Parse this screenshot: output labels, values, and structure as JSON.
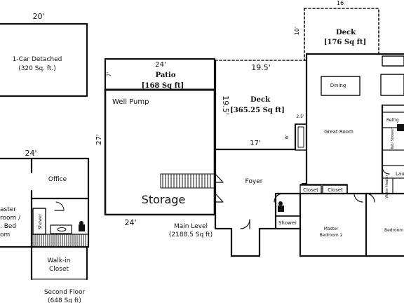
{
  "garage": {
    "dim_top": "20'",
    "line1": "1-Car Detached",
    "line2": "(320 Sq. ft.)"
  },
  "second_floor": {
    "dim_top": "24'",
    "office": "Office",
    "master_frag": [
      "aster",
      "room /",
      ". Bed",
      "om"
    ],
    "shower": "Shower",
    "closet_line1": "Walk-in",
    "closet_line2": "Closet",
    "caption1": "Second Floor",
    "caption2": "(648 Sq ft)"
  },
  "storage": {
    "patio_dim": "24'",
    "patio_label": "Patio",
    "patio_area": "[168 Sq ft]",
    "patio_side": "7'",
    "well_pump": "Well Pump",
    "storage_label": "Storage",
    "dim_left": "27'",
    "dim_bottom": "24'"
  },
  "deck_main": {
    "dim_top": "19.5'",
    "dim_side": "19.5'",
    "label": "Deck",
    "area": "[365.25 Sq ft]",
    "dim_bottom": "17'",
    "dim_small": "6'",
    "dim_step": "2.5'"
  },
  "deck_top": {
    "dim_top": "16",
    "dim_side": "10'",
    "label": "Deck",
    "area": "[176 Sq ft]"
  },
  "main_level": {
    "dining": "Dining",
    "great_room": "Great Room",
    "foyer": "Foyer",
    "closet_left": "Closet",
    "closet_right": "Closet",
    "shower": "Shower",
    "master_bed2_line1": "Master",
    "master_bed2_line2": "Bedroom 2",
    "bedroom_frag": "Bedroom",
    "refrig": "Refrig",
    "tub_shower": "Tub/ Shower",
    "laundry_frag": "Lau",
    "water_heater": "Water Heater",
    "caption1": "Main Level",
    "caption2": "(2188.5 Sq ft)"
  }
}
